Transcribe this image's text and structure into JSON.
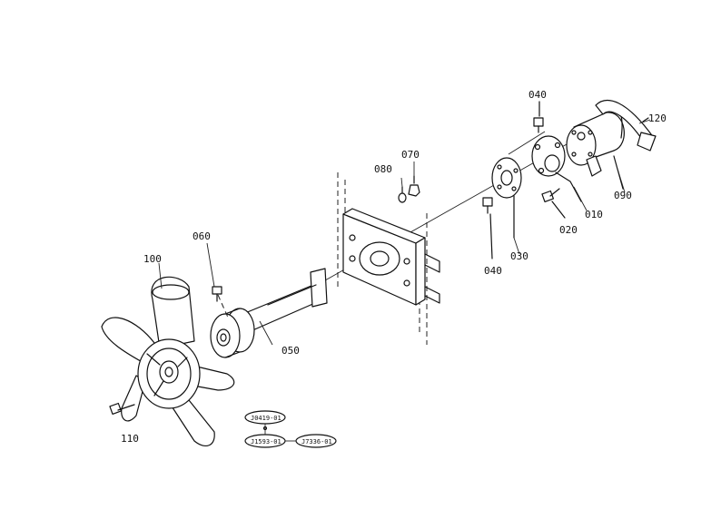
{
  "parts": {
    "p010": "010",
    "p020": "020",
    "p030": "030",
    "p040a": "040",
    "p040b": "040",
    "p050": "050",
    "p060": "060",
    "p070": "070",
    "p080": "080",
    "p090": "090",
    "p100": "100",
    "p110": "110",
    "p120": "120"
  },
  "refs": {
    "r1": "J0419-01",
    "r2": "J1593-01",
    "r3": "J7336-01"
  }
}
